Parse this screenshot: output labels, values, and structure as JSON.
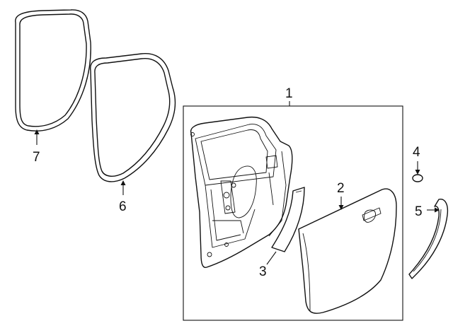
{
  "diagram": {
    "callouts": [
      {
        "id": "1",
        "label": "1",
        "part": "rear-door-shell"
      },
      {
        "id": "2",
        "label": "2",
        "part": "outer-door-panel"
      },
      {
        "id": "3",
        "label": "3",
        "part": "frame-seal-strip"
      },
      {
        "id": "4",
        "label": "4",
        "part": "plug"
      },
      {
        "id": "5",
        "label": "5",
        "part": "belt-weatherstrip"
      },
      {
        "id": "6",
        "label": "6",
        "part": "door-weatherstrip"
      },
      {
        "id": "7",
        "label": "7",
        "part": "body-side-weatherstrip"
      }
    ],
    "colors": {
      "line": "#111111",
      "background": "#ffffff"
    }
  }
}
